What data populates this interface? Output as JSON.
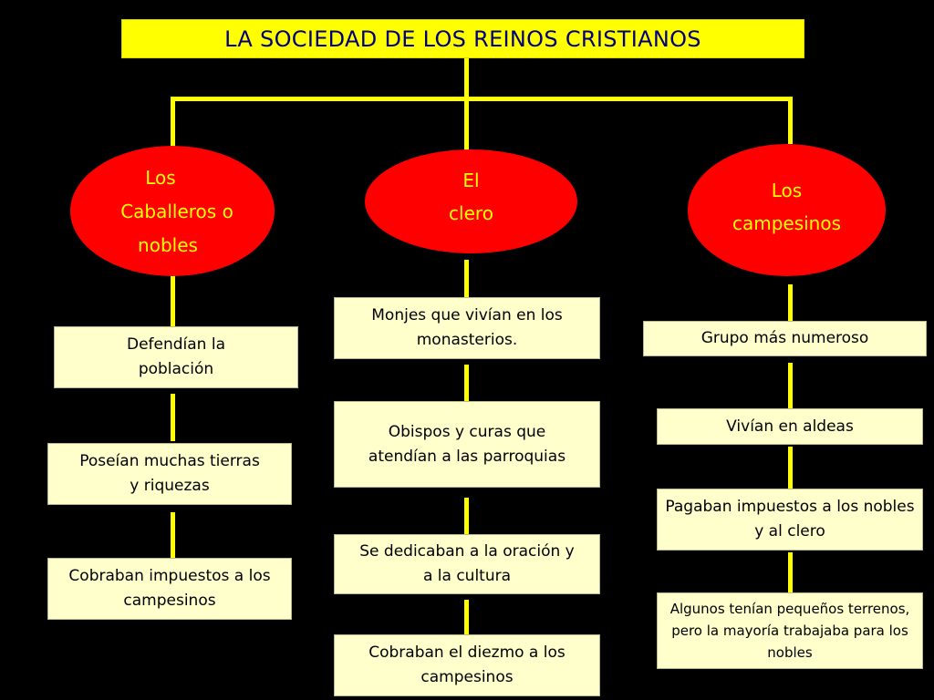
{
  "title": "LA SOCIEDAD DE LOS REINOS CRISTIANOS",
  "groups": [
    {
      "oval_lines": [
        "Los",
        "Caballeros o",
        "nobles"
      ],
      "items": [
        "Defendían la población",
        "Poseían muchas tierras y riquezas",
        "Cobraban impuestos a los campesinos"
      ]
    },
    {
      "oval_lines": [
        "El",
        "clero"
      ],
      "items": [
        "Monjes que vivían en los monasterios.",
        "Obispos y curas que atendían a las parroquias",
        "Se dedicaban a la oración y a la cultura",
        "Cobraban el diezmo a los campesinos"
      ]
    },
    {
      "oval_lines": [
        "Los",
        "campesinos"
      ],
      "items": [
        "Grupo más numeroso",
        "Vivían en aldeas",
        "Pagaban impuestos a los nobles y al clero",
        "Algunos tenían pequeños terrenos, pero la mayoría trabajaba para los nobles"
      ]
    }
  ],
  "colors": {
    "background": "#000000",
    "connector": "#ffff00",
    "title_fill": "#ffff00",
    "title_text": "#000080",
    "oval_fill": "#ff0000",
    "oval_text": "#ffff00",
    "box_fill": "#ffffcc",
    "box_text": "#000000"
  }
}
